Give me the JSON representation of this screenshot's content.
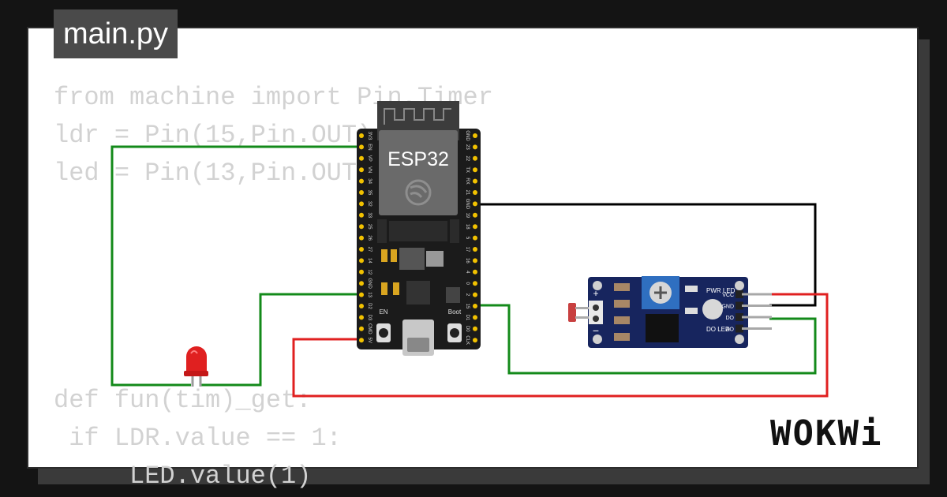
{
  "tab": {
    "title": "main.py"
  },
  "code_top": "from machine import Pin,Timer\nldr = Pin(15,Pin.OUT)\nled = Pin(13,Pin.OUT)",
  "code_bottom": "def fun(tim)_get:\n if LDR.value == 1:\n     LED.value(1)",
  "board": {
    "label": "ESP32",
    "left_pins": [
      "3V3",
      "EN",
      "VP",
      "VN",
      "34",
      "35",
      "32",
      "33",
      "25",
      "26",
      "27",
      "14",
      "12",
      "GND",
      "13",
      "D2",
      "D3",
      "CMD",
      "5V"
    ],
    "right_pins": [
      "GND",
      "23",
      "22",
      "TX",
      "RX",
      "21",
      "GND",
      "19",
      "18",
      "5",
      "17",
      "16",
      "4",
      "0",
      "2",
      "15",
      "D1",
      "D0",
      "CLK"
    ],
    "en_label": "EN",
    "boot_label": "Boot"
  },
  "sensor": {
    "pins": [
      "VCC",
      "GND",
      "DO",
      "AO"
    ],
    "pwr_led_label": "PWR LED",
    "do_led_label": "DO LED",
    "plus": "+",
    "minus": "−"
  },
  "wires": {
    "power": "#e02020",
    "ground": "#000000",
    "signal": "#138a1a"
  },
  "colors": {
    "board": "#1b1b1b",
    "module": "#17255e",
    "pot": "#2f6fc0",
    "led": "#e02020"
  },
  "logo": {
    "text": "WOKWi"
  }
}
